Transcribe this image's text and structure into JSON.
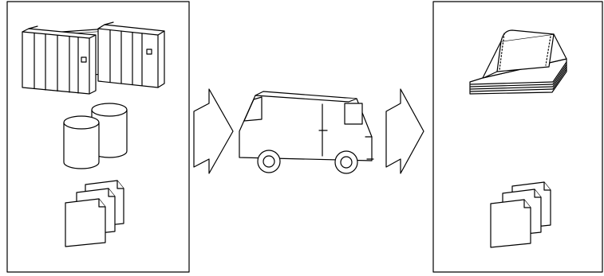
{
  "diagram": {
    "flow": [
      "source-panel",
      "arrow",
      "delivery-van",
      "arrow",
      "destination-panel"
    ],
    "source_panel": {
      "items": [
        "mainframe-icon",
        "disk-storage-icon",
        "documents-icon"
      ]
    },
    "transport": {
      "icon": "delivery-van-icon"
    },
    "destination_panel": {
      "items": [
        "printed-output-icon",
        "documents-icon"
      ]
    },
    "arrows": [
      "arrow-right-icon",
      "arrow-right-icon"
    ],
    "colors": {
      "stroke": "#000000",
      "fill": "#ffffff"
    }
  }
}
